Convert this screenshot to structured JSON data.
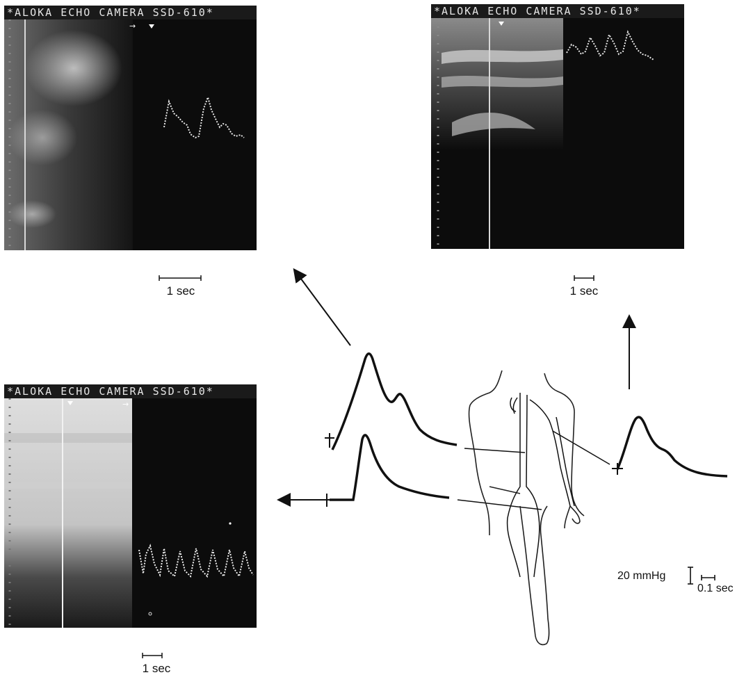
{
  "figure": {
    "panels": {
      "top_left": {
        "header": "*ALOKA ECHO CAMERA SSD-610*",
        "scale_label": "1 sec"
      },
      "top_right": {
        "header": "*ALOKA ECHO CAMERA SSD-610*",
        "scale_label": "1 sec"
      },
      "bottom_left": {
        "header": "*ALOKA ECHO CAMERA SSD-610*",
        "scale_label": "1 sec"
      }
    },
    "annotations": {
      "pressure_scale": "20 mmHg",
      "time_scale": "0.1 sec"
    },
    "icons": [
      "ultrasound-panel",
      "pressure-waveform",
      "human-body-outline",
      "arrow"
    ],
    "colors": {
      "panel_background": "#0c0c0c",
      "ink": "#111111"
    }
  }
}
